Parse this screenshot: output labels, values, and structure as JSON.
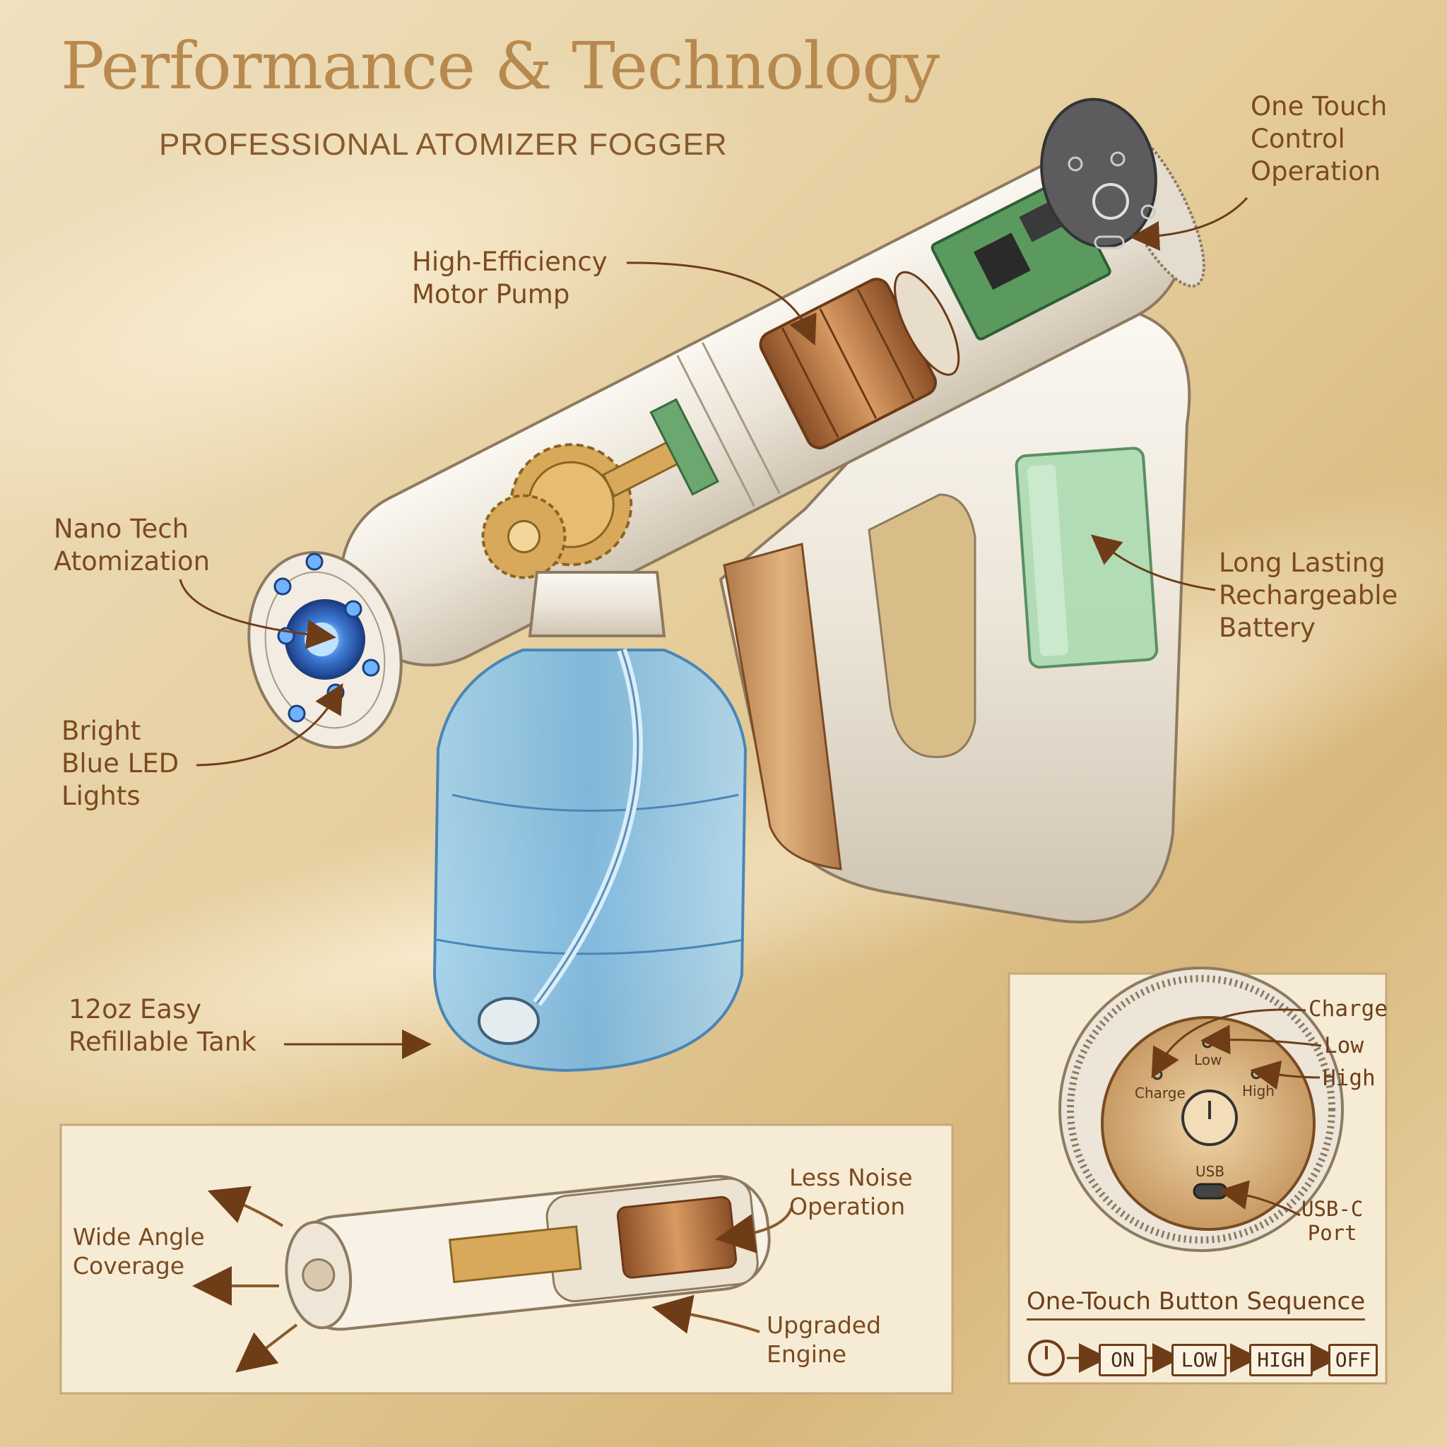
{
  "header": {
    "title": "Performance & Technology",
    "subtitle": "PROFESSIONAL ATOMIZER FOGGER"
  },
  "callouts": {
    "one_touch": [
      "One Touch",
      "Control",
      "Operation"
    ],
    "motor_pump": [
      "High-Efficiency",
      "Motor Pump"
    ],
    "nano_tech": [
      "Nano Tech",
      "Atomization"
    ],
    "battery": [
      "Long Lasting",
      "Rechargeable",
      "Battery"
    ],
    "led": [
      "Bright",
      "Blue LED",
      "Lights"
    ],
    "tank": [
      "12oz Easy",
      "Refillable Tank"
    ]
  },
  "engine_inset": {
    "wide_angle": [
      "Wide Angle",
      "Coverage"
    ],
    "less_noise": [
      "Less Noise",
      "Operation"
    ],
    "engine": [
      "Upgraded",
      "Engine"
    ]
  },
  "control_inset": {
    "dial_labels": {
      "low": "Low",
      "charge": "Charge",
      "high": "High",
      "usb": "USB"
    },
    "callouts": {
      "charge": "Charge",
      "low": "Low",
      "high": "High",
      "usb_c": [
        "USB-C",
        "Port"
      ]
    },
    "sequence_title": "One-Touch Button Sequence",
    "sequence": [
      "ON",
      "LOW",
      "HIGH",
      "OFF"
    ]
  },
  "colors": {
    "background": "#e6cf9f",
    "accent_gold": "#b8894e",
    "label_brown": "#7c4a1f",
    "tank_blue": "#7fbde6",
    "led_blue": "#4a8be0",
    "copper": "#b87a48",
    "battery_green": "#9fd3a4"
  },
  "icons": {
    "power": "power-icon"
  }
}
